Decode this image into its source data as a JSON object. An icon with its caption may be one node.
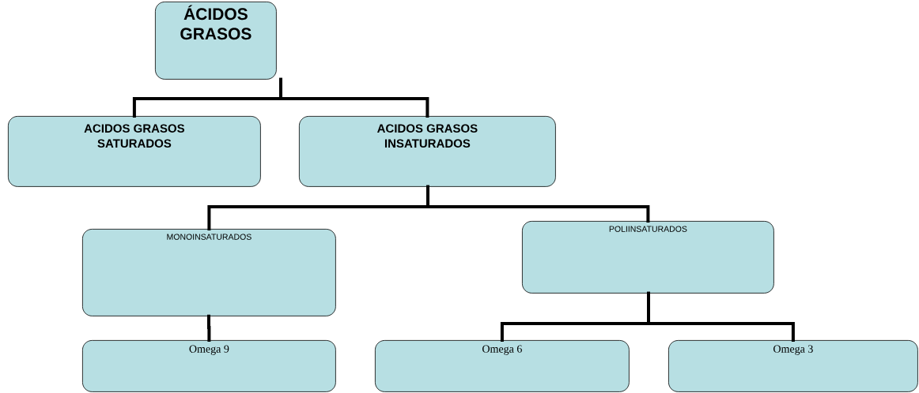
{
  "diagram": {
    "nodes": [
      {
        "text": [
          "ÁCIDOS GRASOS"
        ]
      },
      {
        "text": [
          "ACIDOS GRASOS SATURADOS"
        ]
      },
      {
        "text": [
          "ACIDOS GRASOS INSATURADOS"
        ]
      },
      {
        "text": [
          "MONOINSATURADOS"
        ]
      },
      {
        "text": [
          "POLIINSATURADOS"
        ]
      },
      {
        "text": [
          "Omega 9"
        ]
      },
      {
        "text": [
          "Omega 6"
        ]
      },
      {
        "text": [
          "Omega 3"
        ]
      }
    ],
    "edges": [
      {
        "from": 0,
        "to": 1,
        "arrow": "none"
      },
      {
        "from": 0,
        "to": 2,
        "arrow": "none"
      },
      {
        "from": 2,
        "to": 3,
        "arrow": "none"
      },
      {
        "from": 2,
        "to": 4,
        "arrow": "none"
      },
      {
        "from": 3,
        "to": 5,
        "arrow": "none"
      },
      {
        "from": 4,
        "to": 6,
        "arrow": "none"
      },
      {
        "from": 4,
        "to": 7,
        "arrow": "none"
      }
    ]
  }
}
